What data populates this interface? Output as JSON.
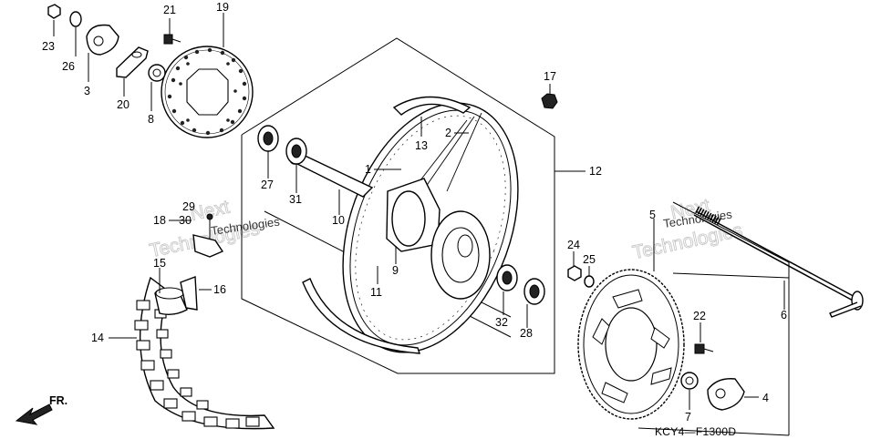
{
  "diagram": {
    "code": "KCY4—F1300D",
    "direction_label": "FR.",
    "watermark": {
      "line1": "Next",
      "line2": "Technologies"
    },
    "labels": [
      {
        "id": "23",
        "text": "23"
      },
      {
        "id": "26",
        "text": "26"
      },
      {
        "id": "3",
        "text": "3"
      },
      {
        "id": "21",
        "text": "21"
      },
      {
        "id": "19",
        "text": "19"
      },
      {
        "id": "20",
        "text": "20"
      },
      {
        "id": "8",
        "text": "8"
      },
      {
        "id": "17",
        "text": "17"
      },
      {
        "id": "13",
        "text": "13"
      },
      {
        "id": "2",
        "text": "2"
      },
      {
        "id": "1",
        "text": "1"
      },
      {
        "id": "12",
        "text": "12"
      },
      {
        "id": "27",
        "text": "27"
      },
      {
        "id": "31",
        "text": "31"
      },
      {
        "id": "10",
        "text": "10"
      },
      {
        "id": "29",
        "text": "29"
      },
      {
        "id": "18",
        "text": "18"
      },
      {
        "id": "30",
        "text": "30"
      },
      {
        "id": "9",
        "text": "9"
      },
      {
        "id": "11",
        "text": "11"
      },
      {
        "id": "15",
        "text": "15"
      },
      {
        "id": "16",
        "text": "16"
      },
      {
        "id": "14",
        "text": "14"
      },
      {
        "id": "24",
        "text": "24"
      },
      {
        "id": "25",
        "text": "25"
      },
      {
        "id": "5",
        "text": "5"
      },
      {
        "id": "32",
        "text": "32"
      },
      {
        "id": "28",
        "text": "28"
      },
      {
        "id": "22",
        "text": "22"
      },
      {
        "id": "6",
        "text": "6"
      },
      {
        "id": "7",
        "text": "7"
      },
      {
        "id": "4",
        "text": "4"
      }
    ]
  }
}
